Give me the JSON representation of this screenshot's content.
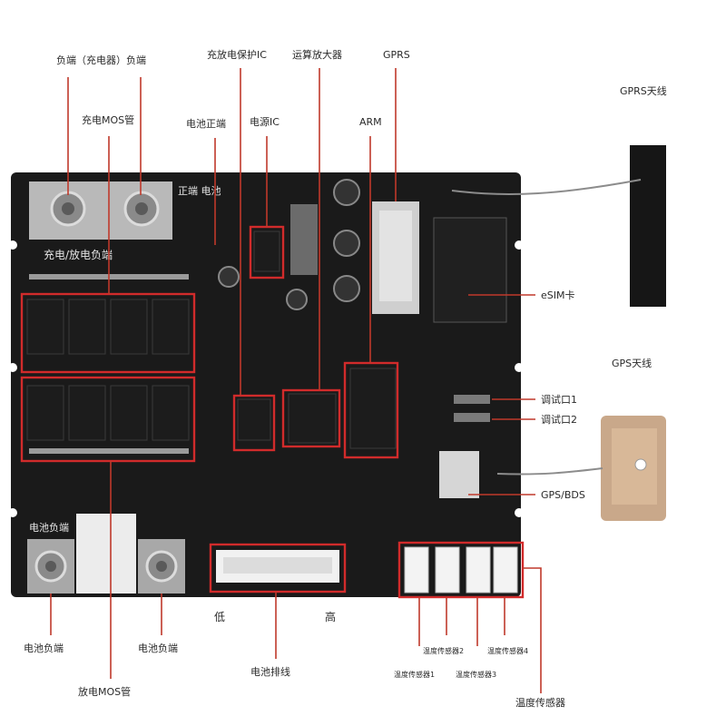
{
  "labels": {
    "load_neg_charger": "负端（充电器）负端",
    "charge_mos": "充电MOS管",
    "battery_pos": "电池正端",
    "protect_ic": "充放电保护IC",
    "power_ic": "电源IC",
    "op_amp": "运算放大器",
    "arm": "ARM",
    "gprs": "GPRS",
    "gprs_antenna": "GPRS天线",
    "esim": "eSIM卡",
    "gps_antenna": "GPS天线",
    "debug1": "调试口1",
    "debug2": "调试口2",
    "gps_bds": "GPS/BDS",
    "battery_neg_left": "电池负端",
    "discharge_mos": "放电MOS管",
    "battery_neg_right": "电池负端",
    "battery_harness": "电池排线",
    "temp_sensor": "温度传感器",
    "temp_sensor_1": "温度传感器1",
    "temp_sensor_2": "温度传感器2",
    "temp_sensor_3": "温度传感器3",
    "temp_sensor_4": "温度传感器4"
  },
  "board_silk": {
    "top_terminal": "充电/放电负端",
    "top_right": "正端 电池",
    "bottom_left": "电池负端",
    "harness_low": "低",
    "harness_high": "高"
  },
  "colors": {
    "board": "#1a1a1a",
    "highlight": "#d12b2b",
    "leader": "#c0392b",
    "gps_patch": "#c9a88a"
  }
}
